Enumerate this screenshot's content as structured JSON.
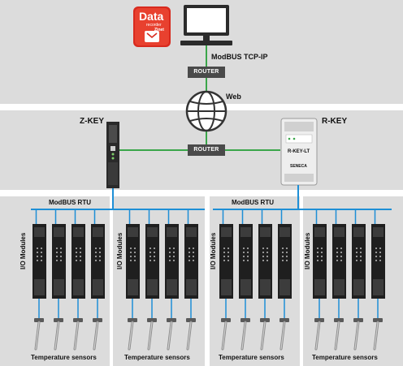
{
  "diagram": {
    "logo": {
      "line1": "Data",
      "line2": "recorder",
      "line3": "Zinet"
    },
    "protocol_top": "ModBUS TCP-IP",
    "router_label": "ROUTER",
    "web_label": "Web",
    "zkey_label": "Z-KEY",
    "rkey_label": "R-KEY",
    "rkey_device_text": "R-KEY-LT",
    "rkey_brand": "SENECA",
    "bus_label": "ModBUS RTU",
    "io_label": "I/O Modules",
    "sensors_label": "Temperature sensors",
    "colors": {
      "link_green": "#3aa64a",
      "bus_blue": "#1e8fd6",
      "router_bg": "#4a4a4a",
      "background": "#dcdcdc",
      "band": "#ffffff"
    }
  }
}
